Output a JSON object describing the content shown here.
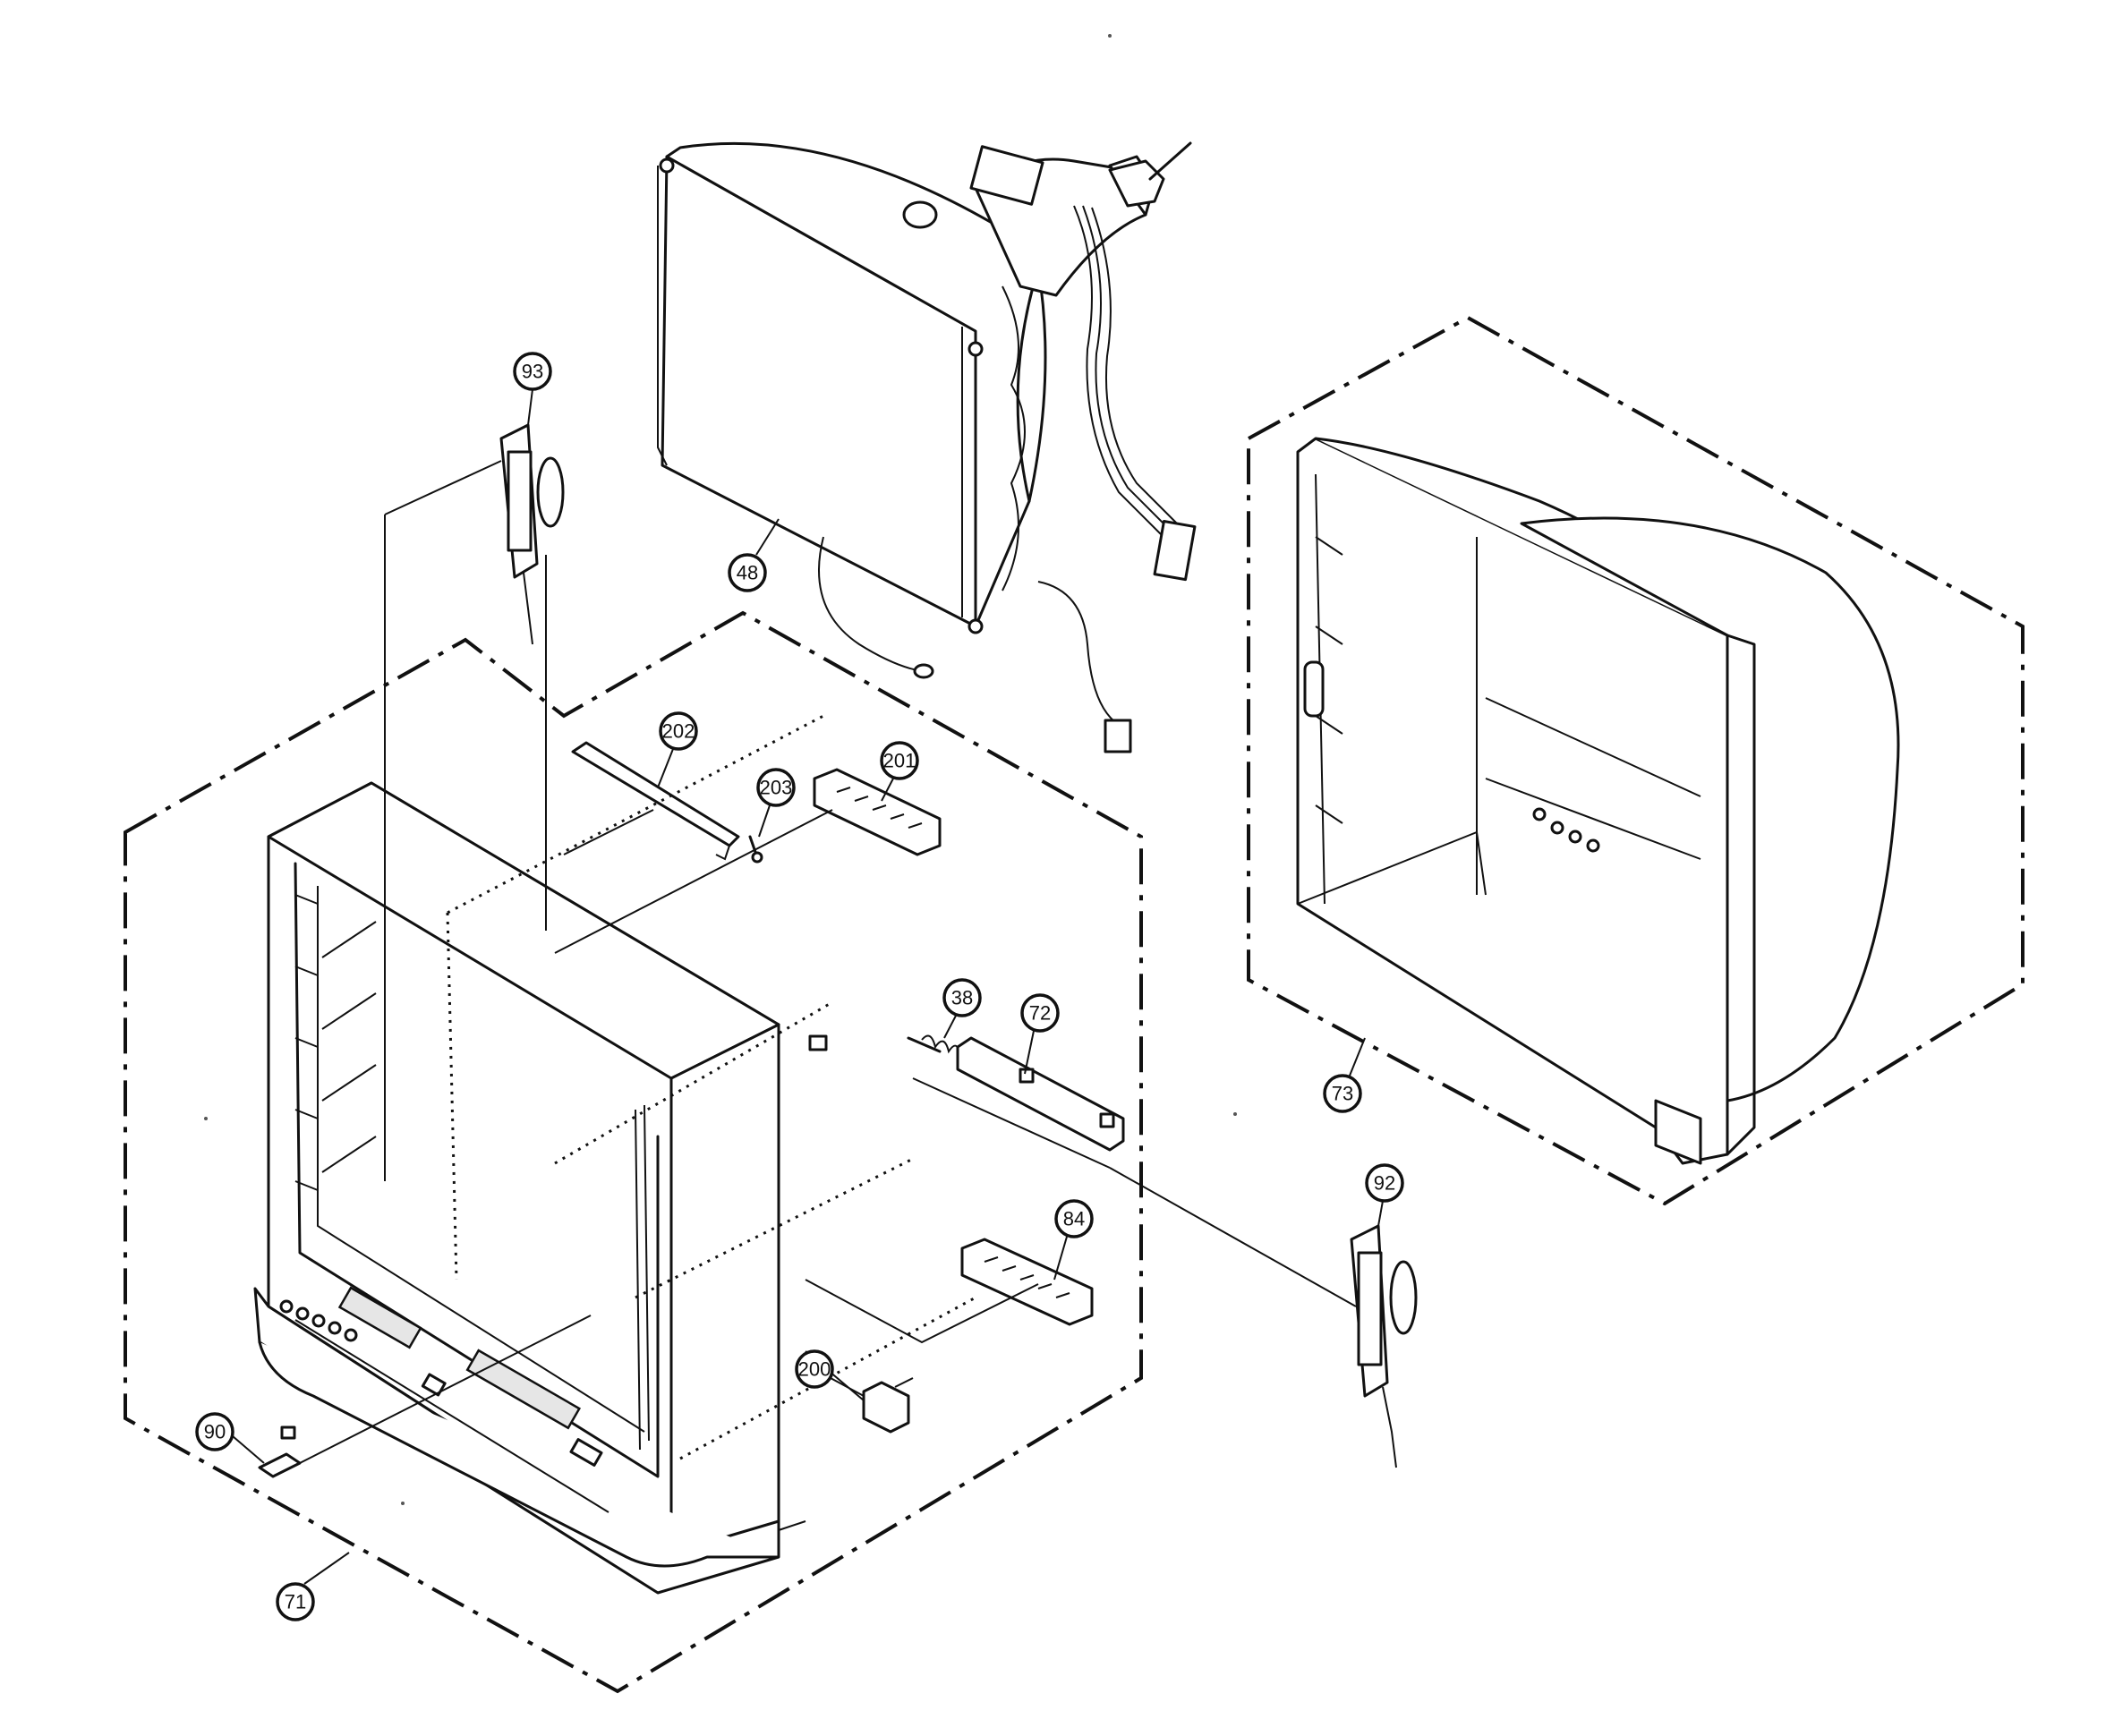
{
  "callouts": [
    {
      "id": "93",
      "label": "93"
    },
    {
      "id": "48",
      "label": "48"
    },
    {
      "id": "202",
      "label": "202"
    },
    {
      "id": "203",
      "label": "203"
    },
    {
      "id": "201",
      "label": "201"
    },
    {
      "id": "38",
      "label": "38"
    },
    {
      "id": "72",
      "label": "72"
    },
    {
      "id": "73",
      "label": "73"
    },
    {
      "id": "92",
      "label": "92"
    },
    {
      "id": "84",
      "label": "84"
    },
    {
      "id": "200",
      "label": "200"
    },
    {
      "id": "90",
      "label": "90"
    },
    {
      "id": "71",
      "label": "71"
    }
  ],
  "parts": [
    {
      "id": "48",
      "name": "picture-tube"
    },
    {
      "id": "71",
      "name": "front-cabinet"
    },
    {
      "id": "73",
      "name": "rear-cabinet"
    },
    {
      "id": "92",
      "name": "speaker-right"
    },
    {
      "id": "93",
      "name": "speaker-left"
    },
    {
      "id": "201",
      "name": "button-assembly"
    },
    {
      "id": "84",
      "name": "button-assembly-lower"
    },
    {
      "id": "72",
      "name": "panel-door"
    },
    {
      "id": "202",
      "name": "bracket-bar"
    },
    {
      "id": "203",
      "name": "screw"
    },
    {
      "id": "38",
      "name": "spring"
    },
    {
      "id": "200",
      "name": "switch"
    },
    {
      "id": "90",
      "name": "badge"
    }
  ]
}
